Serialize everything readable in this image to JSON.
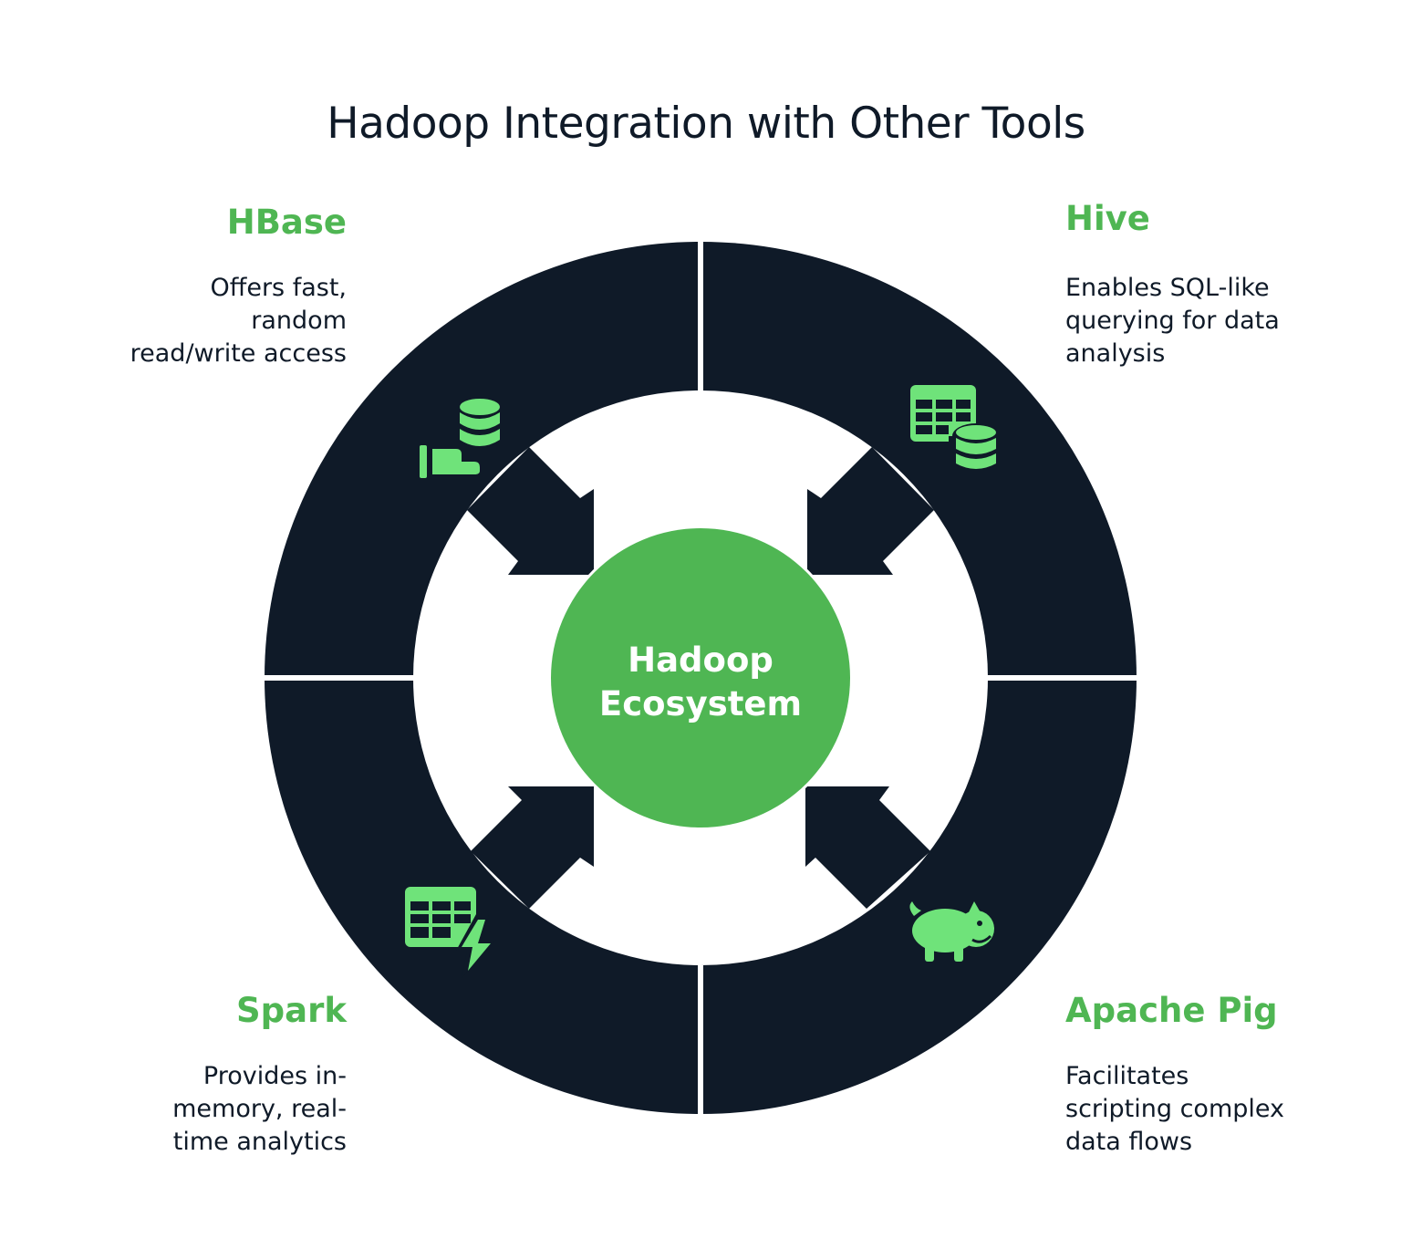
{
  "title": "Hadoop Integration with Other Tools",
  "center": {
    "line1": "Hadoop",
    "line2": "Ecosystem"
  },
  "colors": {
    "ring": "#0f1a28",
    "center": "#4fb653",
    "accent_text": "#4fb653",
    "icon": "#6fe37a",
    "text": "#0f1a28"
  },
  "tools": {
    "hbase": {
      "name": "HBase",
      "desc": [
        "Offers fast,",
        "random",
        "read/write access"
      ],
      "icon": "database-hand-icon"
    },
    "hive": {
      "name": "Hive",
      "desc": [
        "Enables SQL-like",
        "querying for data",
        "analysis"
      ],
      "icon": "table-database-icon"
    },
    "spark": {
      "name": "Spark",
      "desc": [
        "Provides in-",
        "memory, real-",
        "time analytics"
      ],
      "icon": "table-lightning-icon"
    },
    "pig": {
      "name": "Apache Pig",
      "desc": [
        "Facilitates",
        "scripting complex",
        "data flows"
      ],
      "icon": "pig-icon"
    }
  }
}
